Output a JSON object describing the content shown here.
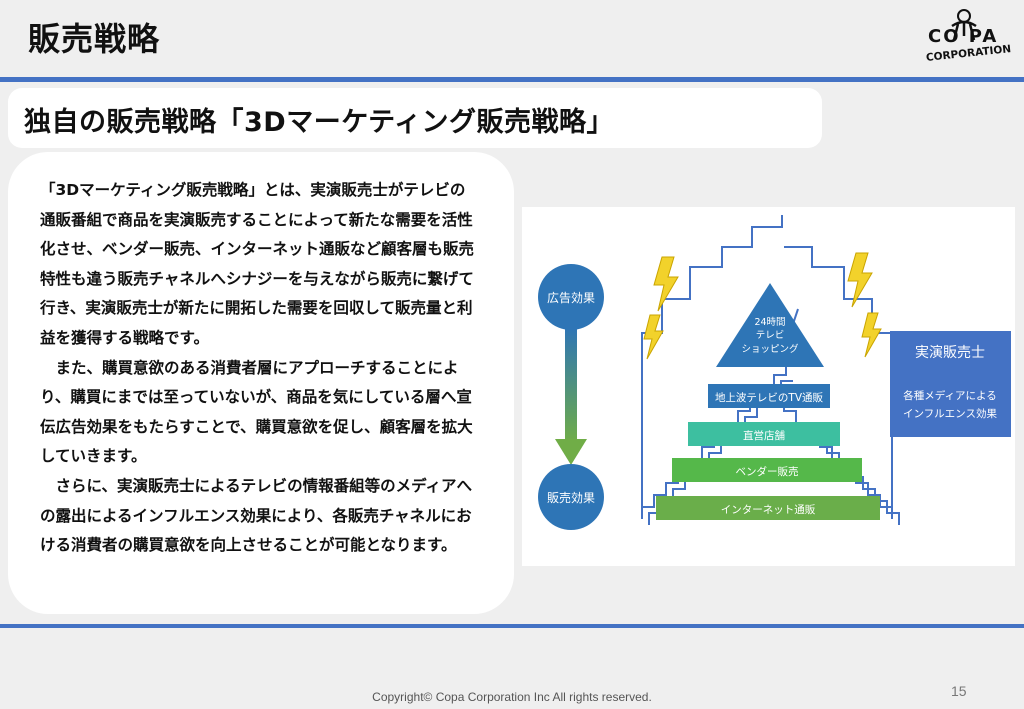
{
  "header": {
    "title": "販売戦略",
    "logo": {
      "top": "CO  PA",
      "bottom": "CORPORATION"
    }
  },
  "subtitle": "独自の販売戦略「3Dマーケティング販売戦略」",
  "body_paragraphs": [
    "「3Dマーケティング販売戦略」とは、実演販売士がテレビの通販番組で商品を実演販売することによって新たな需要を活性化させ、ベンダー販売、インターネット通販など顧客層も販売特性も違う販売チャネルへシナジーを与えながら販売に繋げて行き、実演販売士が新たに開拓した需要を回収して販売量と利益を獲得する戦略です。",
    "　また、購買意欲のある消費者層にアプローチすることにより、購買にまでは至っていないが、商品を気にしている層へ宣伝広告効果をもたらすことで、購買意欲を促し、顧客層を拡大していきます。",
    "　さらに、実演販売士によるテレビの情報番組等のメディアへの露出によるインフルエンス効果により、各販売チャネルにおける消費者の購買意欲を向上させることが可能となります。"
  ],
  "diagram": {
    "top_circle": "広告効果",
    "bottom_circle": "販売効果",
    "apex": [
      "24時間",
      "テレビ",
      "ショッピング"
    ],
    "tiers": [
      "地上波テレビのTV通販",
      "直営店舗",
      "ベンダー販売",
      "インターネット通販"
    ],
    "side_box": {
      "title": "実演販売士",
      "line1": "各種メディアによる",
      "line2": "インフルエンス効果"
    },
    "colors": {
      "circle": "#2e75b6",
      "arrow_top": "#2e75b6",
      "arrow_bottom": "#70ad47",
      "apex": "#2e75b6",
      "tier1": "#2e75b6",
      "tier2": "#3dbfa0",
      "tier3": "#55b84a",
      "tier4": "#6aae4a",
      "side_box": "#4472c4",
      "lightning": "#f2d22b"
    }
  },
  "footer": {
    "copyright": "Copyright© Copa Corporation Inc All rights reserved.",
    "page_number": "15"
  }
}
